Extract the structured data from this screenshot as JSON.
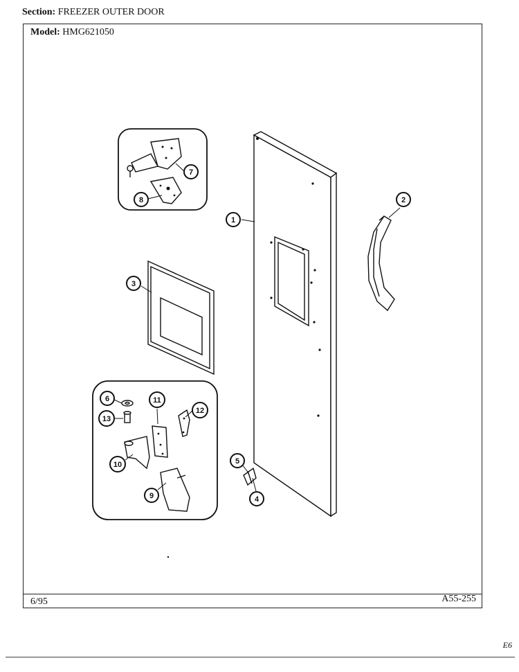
{
  "header": {
    "section_label": "Section:",
    "section_value": "FREEZER OUTER DOOR",
    "model_label": "Model:",
    "model_value": "HMG621050"
  },
  "footer": {
    "date": "6/95",
    "code": "A55-255",
    "corner_mark": "E6"
  },
  "callouts": [
    "1",
    "2",
    "3",
    "4",
    "5",
    "6",
    "7",
    "8",
    "9",
    "10",
    "11",
    "12",
    "13"
  ]
}
